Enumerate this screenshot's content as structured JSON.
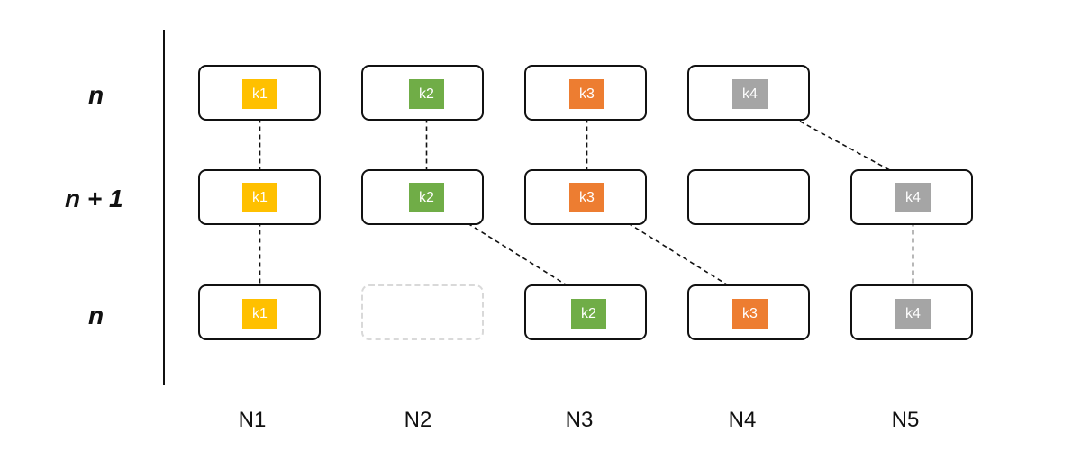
{
  "rows": [
    {
      "id": "row-1",
      "label": "n"
    },
    {
      "id": "row-2",
      "label": "n + 1"
    },
    {
      "id": "row-3",
      "label": "n"
    }
  ],
  "columns": [
    "N1",
    "N2",
    "N3",
    "N4",
    "N5"
  ],
  "keys": {
    "k1": {
      "label": "k1",
      "color": "#FFC000"
    },
    "k2": {
      "label": "k2",
      "color": "#70AD47"
    },
    "k3": {
      "label": "k3",
      "color": "#ED7D31"
    },
    "k4": {
      "label": "k4",
      "color": "#A5A5A5"
    }
  },
  "nodes": [
    {
      "row": 0,
      "col": 0,
      "key": "k1"
    },
    {
      "row": 0,
      "col": 1,
      "key": "k2"
    },
    {
      "row": 0,
      "col": 2,
      "key": "k3"
    },
    {
      "row": 0,
      "col": 3,
      "key": "k4"
    },
    {
      "row": 1,
      "col": 0,
      "key": "k1"
    },
    {
      "row": 1,
      "col": 1,
      "key": "k2"
    },
    {
      "row": 1,
      "col": 2,
      "key": "k3"
    },
    {
      "row": 1,
      "col": 3,
      "key": null
    },
    {
      "row": 1,
      "col": 4,
      "key": "k4"
    },
    {
      "row": 2,
      "col": 0,
      "key": "k1"
    },
    {
      "row": 2,
      "col": 1,
      "key": null,
      "ghost": true
    },
    {
      "row": 2,
      "col": 2,
      "key": "k2"
    },
    {
      "row": 2,
      "col": 3,
      "key": "k3"
    },
    {
      "row": 2,
      "col": 4,
      "key": "k4"
    }
  ],
  "moves": [
    {
      "from": [
        0,
        0
      ],
      "to": [
        1,
        0
      ]
    },
    {
      "from": [
        0,
        1
      ],
      "to": [
        1,
        1
      ]
    },
    {
      "from": [
        0,
        2
      ],
      "to": [
        1,
        2
      ]
    },
    {
      "from": [
        0,
        3
      ],
      "to": [
        1,
        4
      ]
    },
    {
      "from": [
        1,
        0
      ],
      "to": [
        2,
        0
      ]
    },
    {
      "from": [
        1,
        1
      ],
      "to": [
        2,
        2
      ]
    },
    {
      "from": [
        1,
        2
      ],
      "to": [
        2,
        3
      ]
    },
    {
      "from": [
        1,
        4
      ],
      "to": [
        2,
        4
      ]
    }
  ]
}
